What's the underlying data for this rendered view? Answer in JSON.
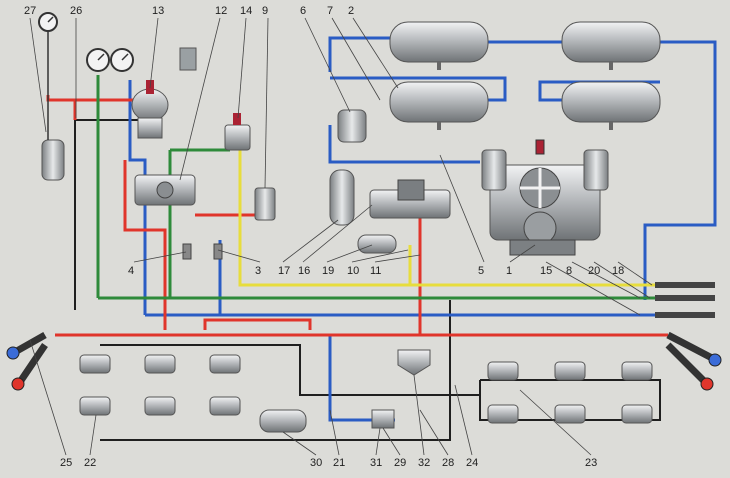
{
  "diagram": {
    "colors": {
      "background": "#dcdcd8",
      "supply_line": "#e0352b",
      "reservoir_line": "#2a5cc4",
      "control_line": "#e7dd3c",
      "brake_line": "#2e8a3a",
      "aux_line": "#1f1f1f",
      "component_metal": "#a9acae"
    },
    "callouts": [
      "1",
      "2",
      "3",
      "4",
      "5",
      "6",
      "7",
      "8",
      "9",
      "10",
      "11",
      "12",
      "13",
      "14",
      "15",
      "16",
      "17",
      "18",
      "19",
      "20",
      "21",
      "22",
      "23",
      "24",
      "25",
      "26",
      "27",
      "28",
      "29",
      "30",
      "31",
      "32"
    ]
  }
}
